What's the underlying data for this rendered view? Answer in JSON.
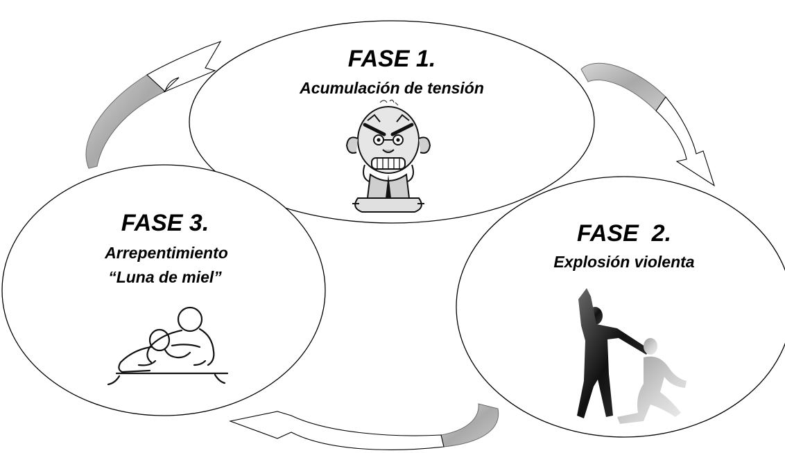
{
  "colors": {
    "ink": "#000000",
    "background": "#ffffff",
    "arrow_shade": "#b8b8b8"
  },
  "phases": [
    {
      "title": "FASE 1.",
      "subtitle_lines": [
        "Acumulación de tensión"
      ],
      "illustration": "angry-old-man-cartoon-icon"
    },
    {
      "title": "FASE  2.",
      "subtitle_lines": [
        "Explosión violenta"
      ],
      "illustration": "violent-figures-silhouette-icon"
    },
    {
      "title": "FASE 3.",
      "subtitle_lines": [
        "Arrepentimiento",
        "“Luna de miel”"
      ],
      "illustration": "consoling-figures-sketch-icon"
    }
  ],
  "cycle_arrows": [
    {
      "from": "FASE 1.",
      "to": "FASE  2."
    },
    {
      "from": "FASE  2.",
      "to": "FASE 3."
    },
    {
      "from": "FASE 3.",
      "to": "FASE 1."
    }
  ]
}
